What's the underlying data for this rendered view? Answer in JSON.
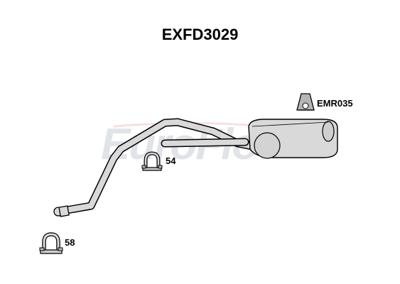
{
  "title": "EXFD3029",
  "watermark": {
    "logo_text": "EuroFlo"
  },
  "parts": {
    "rubber_mount": {
      "code": "EMR035",
      "icon": "rubber-mount-icon"
    },
    "clamp_upper": {
      "code": "54",
      "icon": "u-bolt-clamp-icon"
    },
    "clamp_lower": {
      "code": "58",
      "icon": "u-bolt-clamp-icon"
    }
  },
  "colors": {
    "pipe_fill": "#d9d9d9",
    "outline": "#000000",
    "watermark_grey": "#c8cdd6",
    "watermark_red": "#f3c8c8"
  }
}
